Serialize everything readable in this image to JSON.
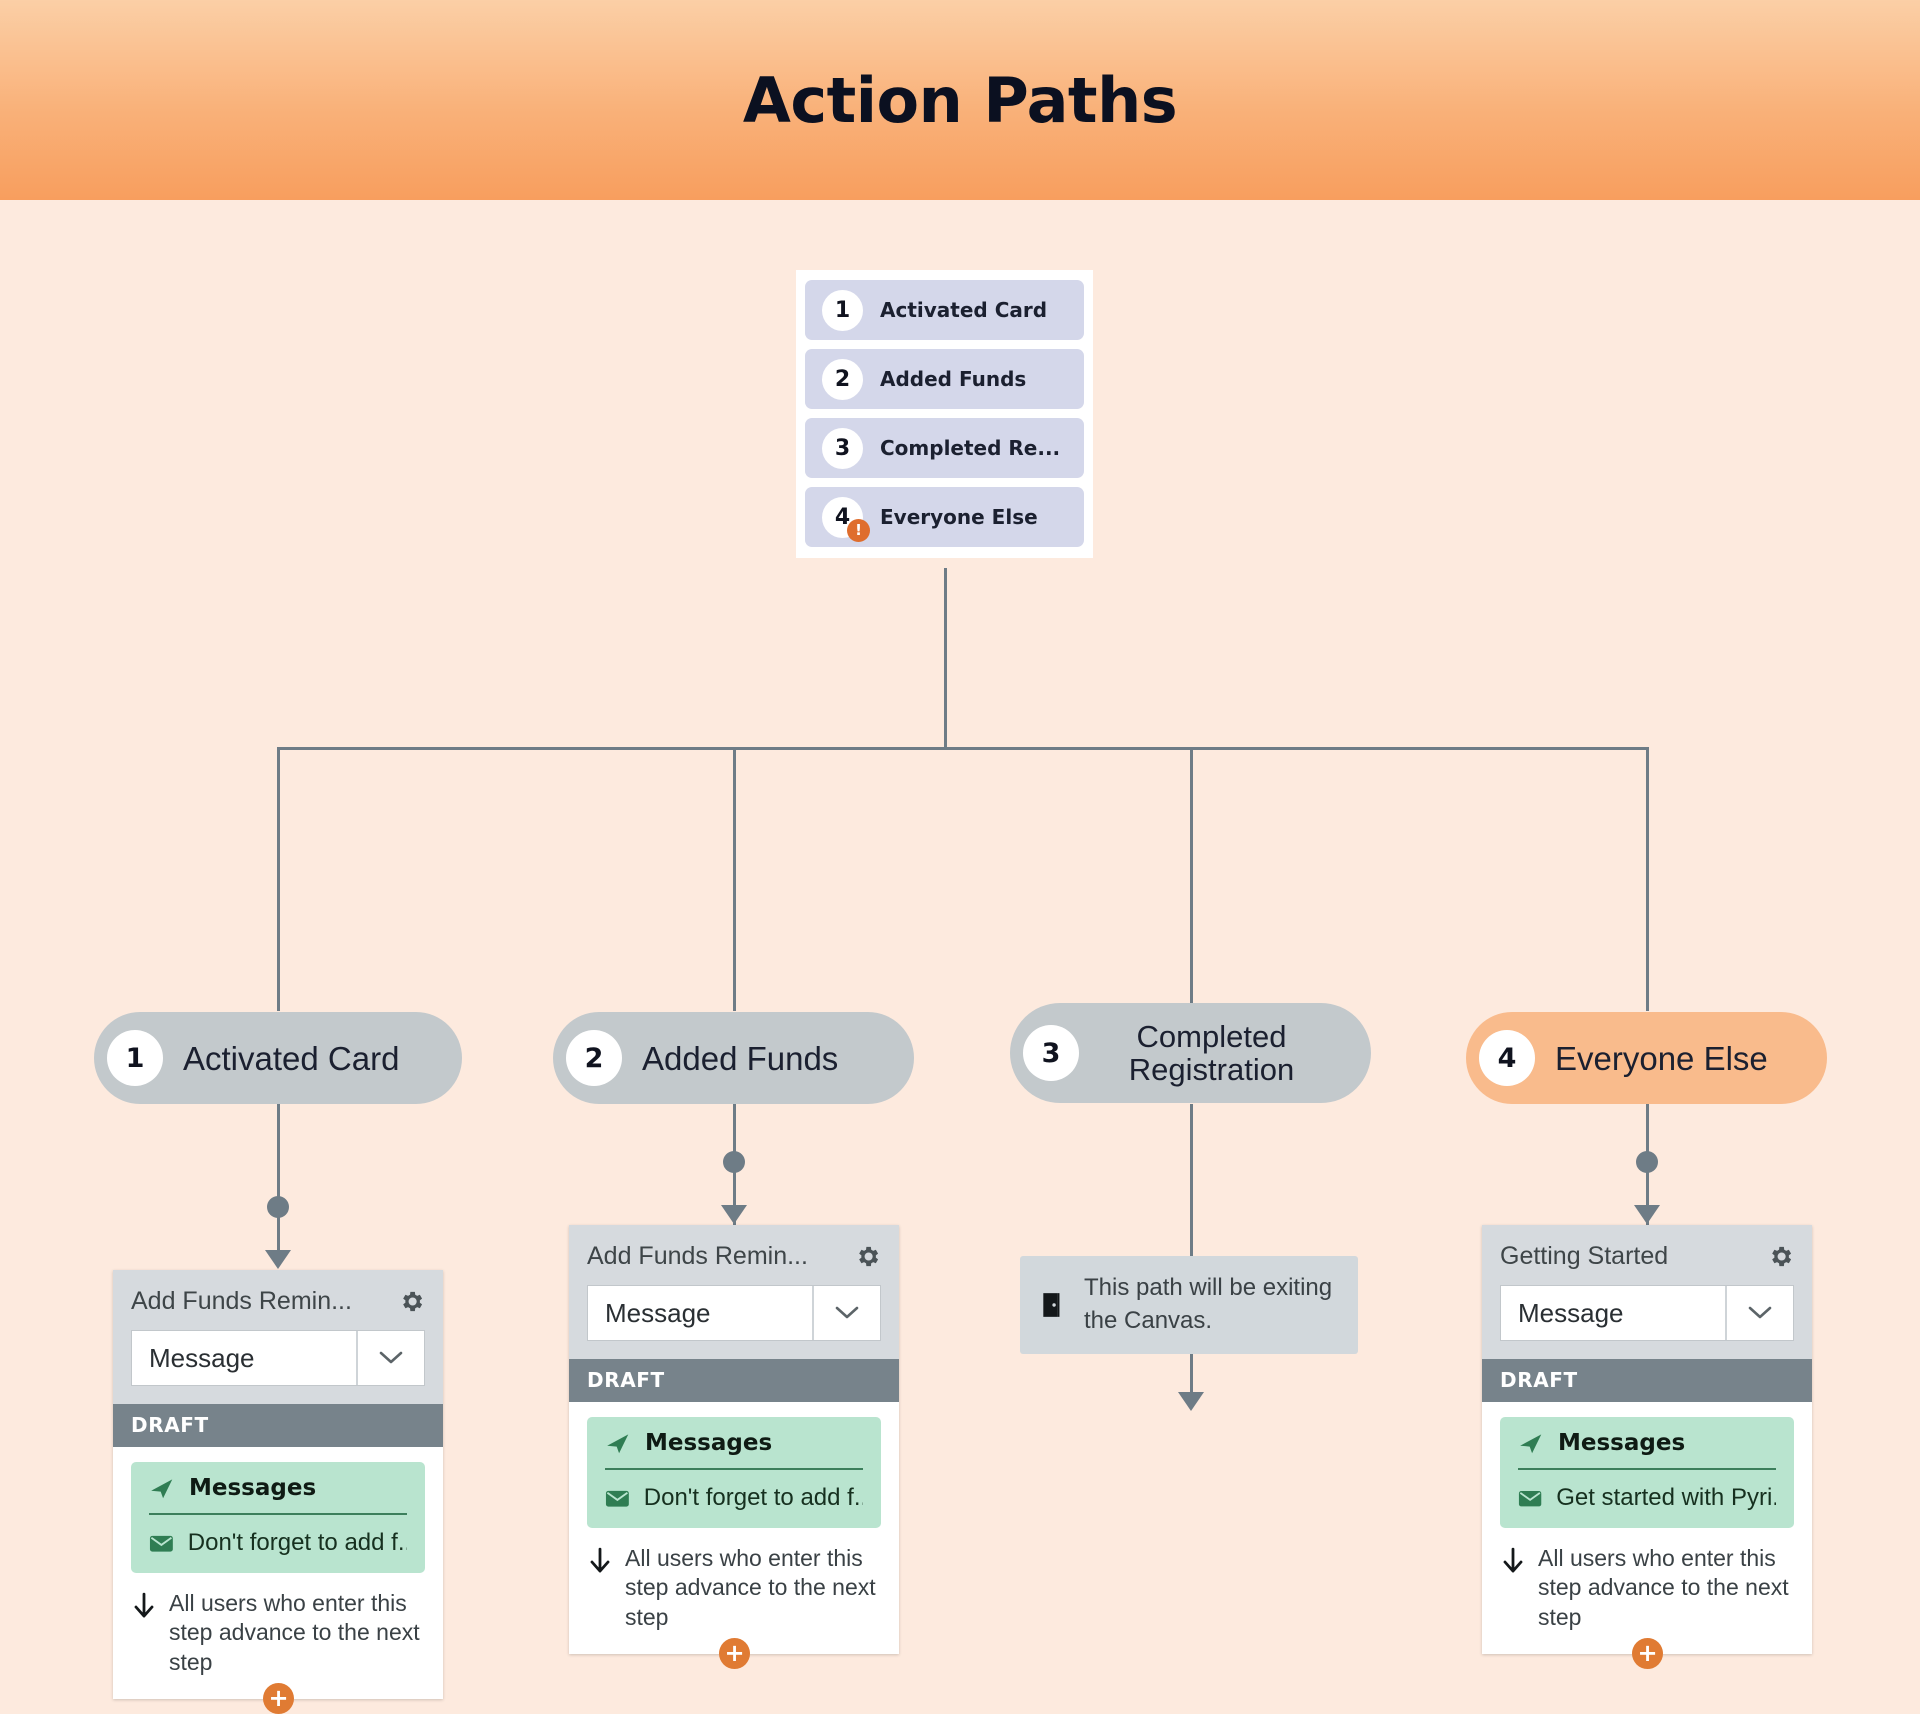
{
  "header": {
    "title": "Action Paths"
  },
  "legend": {
    "items": [
      {
        "num": "1",
        "label": "Activated Card",
        "warning": false
      },
      {
        "num": "2",
        "label": "Added Funds",
        "warning": false
      },
      {
        "num": "3",
        "label": "Completed Re...",
        "warning": false
      },
      {
        "num": "4",
        "label": "Everyone Else",
        "warning": true,
        "warning_glyph": "!"
      }
    ]
  },
  "branches": [
    {
      "num": "1",
      "label": "Activated Card",
      "accent": false
    },
    {
      "num": "2",
      "label": "Added Funds",
      "accent": false
    },
    {
      "num": "3",
      "label": "Completed Registration",
      "accent": false
    },
    {
      "num": "4",
      "label": "Everyone Else",
      "accent": true
    }
  ],
  "cards": [
    {
      "title": "Add Funds Remin...",
      "select_value": "Message",
      "status": "DRAFT",
      "messages_header": "Messages",
      "message_item": "Don't forget to add f...",
      "advance_text": "All users who enter this step advance to the next step",
      "plus_label": "+"
    },
    {
      "title": "Add Funds Remin...",
      "select_value": "Message",
      "status": "DRAFT",
      "messages_header": "Messages",
      "message_item": "Don't forget to add f...",
      "advance_text": "All users who enter this step advance to the next step",
      "plus_label": "+"
    },
    {
      "title": "Getting Started",
      "select_value": "Message",
      "status": "DRAFT",
      "messages_header": "Messages",
      "message_item": "Get started with Pyri...",
      "advance_text": "All users who enter this step advance to the next step",
      "plus_label": "+"
    }
  ],
  "exit_note": {
    "text": "This path will be exiting the Canvas."
  },
  "colors": {
    "canvas_bg": "#fdeade",
    "banner_from": "#fbcfa6",
    "banner_to": "#f89e5e",
    "accent": "#df6d2d",
    "pill": "#c3c9cc",
    "pill_accent": "#f9bb8c",
    "legend_row": "#d4d7ea",
    "connector": "#6e7c86",
    "status_bar": "#77838b",
    "message_block": "#b9e4cf"
  },
  "icons": {
    "gear": "gear-icon",
    "caret_down": "chevron-down-icon",
    "paper_plane": "paper-plane-icon",
    "envelope": "envelope-icon",
    "arrow_down": "arrow-down-icon",
    "door_exit": "door-exit-icon",
    "warning": "warning-icon"
  }
}
